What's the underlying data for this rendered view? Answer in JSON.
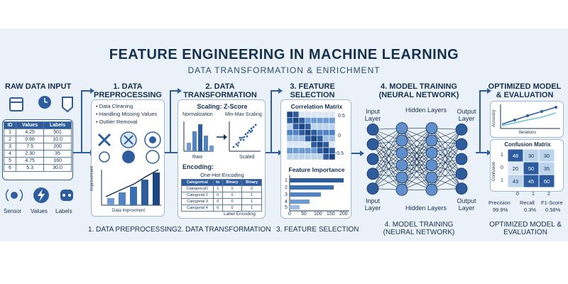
{
  "title": "FEATURE ENGINEERING IN MACHINE LEARNING",
  "subtitle": "DATA TRANSFORMATION & ENRICHMENT",
  "raw": {
    "heading": "RAW DATA INPUT",
    "table_headers": [
      "ID",
      "Values",
      "Labels"
    ],
    "table_rows": [
      [
        "1",
        "4.25",
        "501"
      ],
      [
        "2",
        "0.66",
        "10.0"
      ],
      [
        "3",
        "7.5",
        "200"
      ],
      [
        "4",
        "2.30",
        "35"
      ],
      [
        "5",
        "4.75",
        "160"
      ],
      [
        "6",
        "5.3",
        "30.0"
      ]
    ],
    "bottom_labels": [
      "Sensor",
      "Values",
      "Labels"
    ]
  },
  "pre": {
    "heading": "1. DATA PREPROCESSING",
    "bullets": [
      "• Data Cleaning",
      "• Handling Missing Values",
      "• Outlier Removal"
    ],
    "yaxis": "Improvement",
    "xaxis": "Data Improvment",
    "footer": "1. DATA PREPROCESSING"
  },
  "trans": {
    "heading": "2. DATA TRANSFORMATION",
    "scaling_title": "Scaling: Z-Score",
    "normalization": "Normalization",
    "minmax": "Min-Max Scaling",
    "raw": "Raw",
    "scaled": "Scaled",
    "encoding_title": "Encoding:",
    "onehot": "One-Hot Encoding",
    "enc_headers": [
      "Categorical",
      "to",
      "Binary",
      "Binary"
    ],
    "enc_rows": [
      [
        "Categorical1",
        "1",
        "0",
        "0"
      ],
      [
        "Categorial 2",
        "0",
        "0",
        "1"
      ],
      [
        "Categorial 3",
        "0",
        "0",
        "1"
      ],
      [
        "Categorial 4",
        "0",
        "0",
        "1"
      ]
    ],
    "label_encoding": "Label Encoding",
    "footer": "2. DATA TRANSFORMATION"
  },
  "select": {
    "heading": "3. FEATURE SELECTION",
    "corr_title": "Correlation Matrix",
    "corr_scale": [
      "0.5",
      "0",
      "-0.5"
    ],
    "fi_title": "Feature Importance",
    "fi_labels": [
      "1",
      "2",
      "3",
      "4",
      "5"
    ],
    "fi_ticks": [
      "0",
      "50",
      "100",
      "150",
      "200"
    ],
    "footer": "3. FEATURE SELECTION"
  },
  "model": {
    "heading": "4. MODEL TRAINING (NEURAL NETWORK)",
    "input_layer": "Input Layer",
    "hidden_layers": "Hidden Layers",
    "output_layer": "Output Layer",
    "footer": "4. MODEL TRAINING (NEURAL NETWORK)"
  },
  "opt": {
    "heading": "OPTIMIZED MODEL & EVALUATION",
    "accuracy": "Accuracy",
    "iterations": "Iterations",
    "cm_title": "Confusion Matrix",
    "cm_ylabel": "Confusion",
    "cm_values": [
      [
        "48",
        "30",
        "30"
      ],
      [
        "20",
        "50",
        "35"
      ],
      [
        "43",
        "45",
        "60"
      ]
    ],
    "cm_xticks": [
      "0",
      "1",
      "2"
    ],
    "cm_yticks": [
      "1",
      "0",
      "1"
    ],
    "metrics": [
      {
        "name": "Precision",
        "value": "99.9%"
      },
      {
        "name": "Recall",
        "value": "0.3%"
      },
      {
        "name": "F1-Score",
        "value": "0.58%"
      }
    ],
    "footer": "OPTIMIZED MODEL & EVALUATION"
  },
  "colors": {
    "navy": "#16304f",
    "blue": "#2d5d9f",
    "band": "#eaf1f8",
    "light": "#bcd3ec"
  }
}
